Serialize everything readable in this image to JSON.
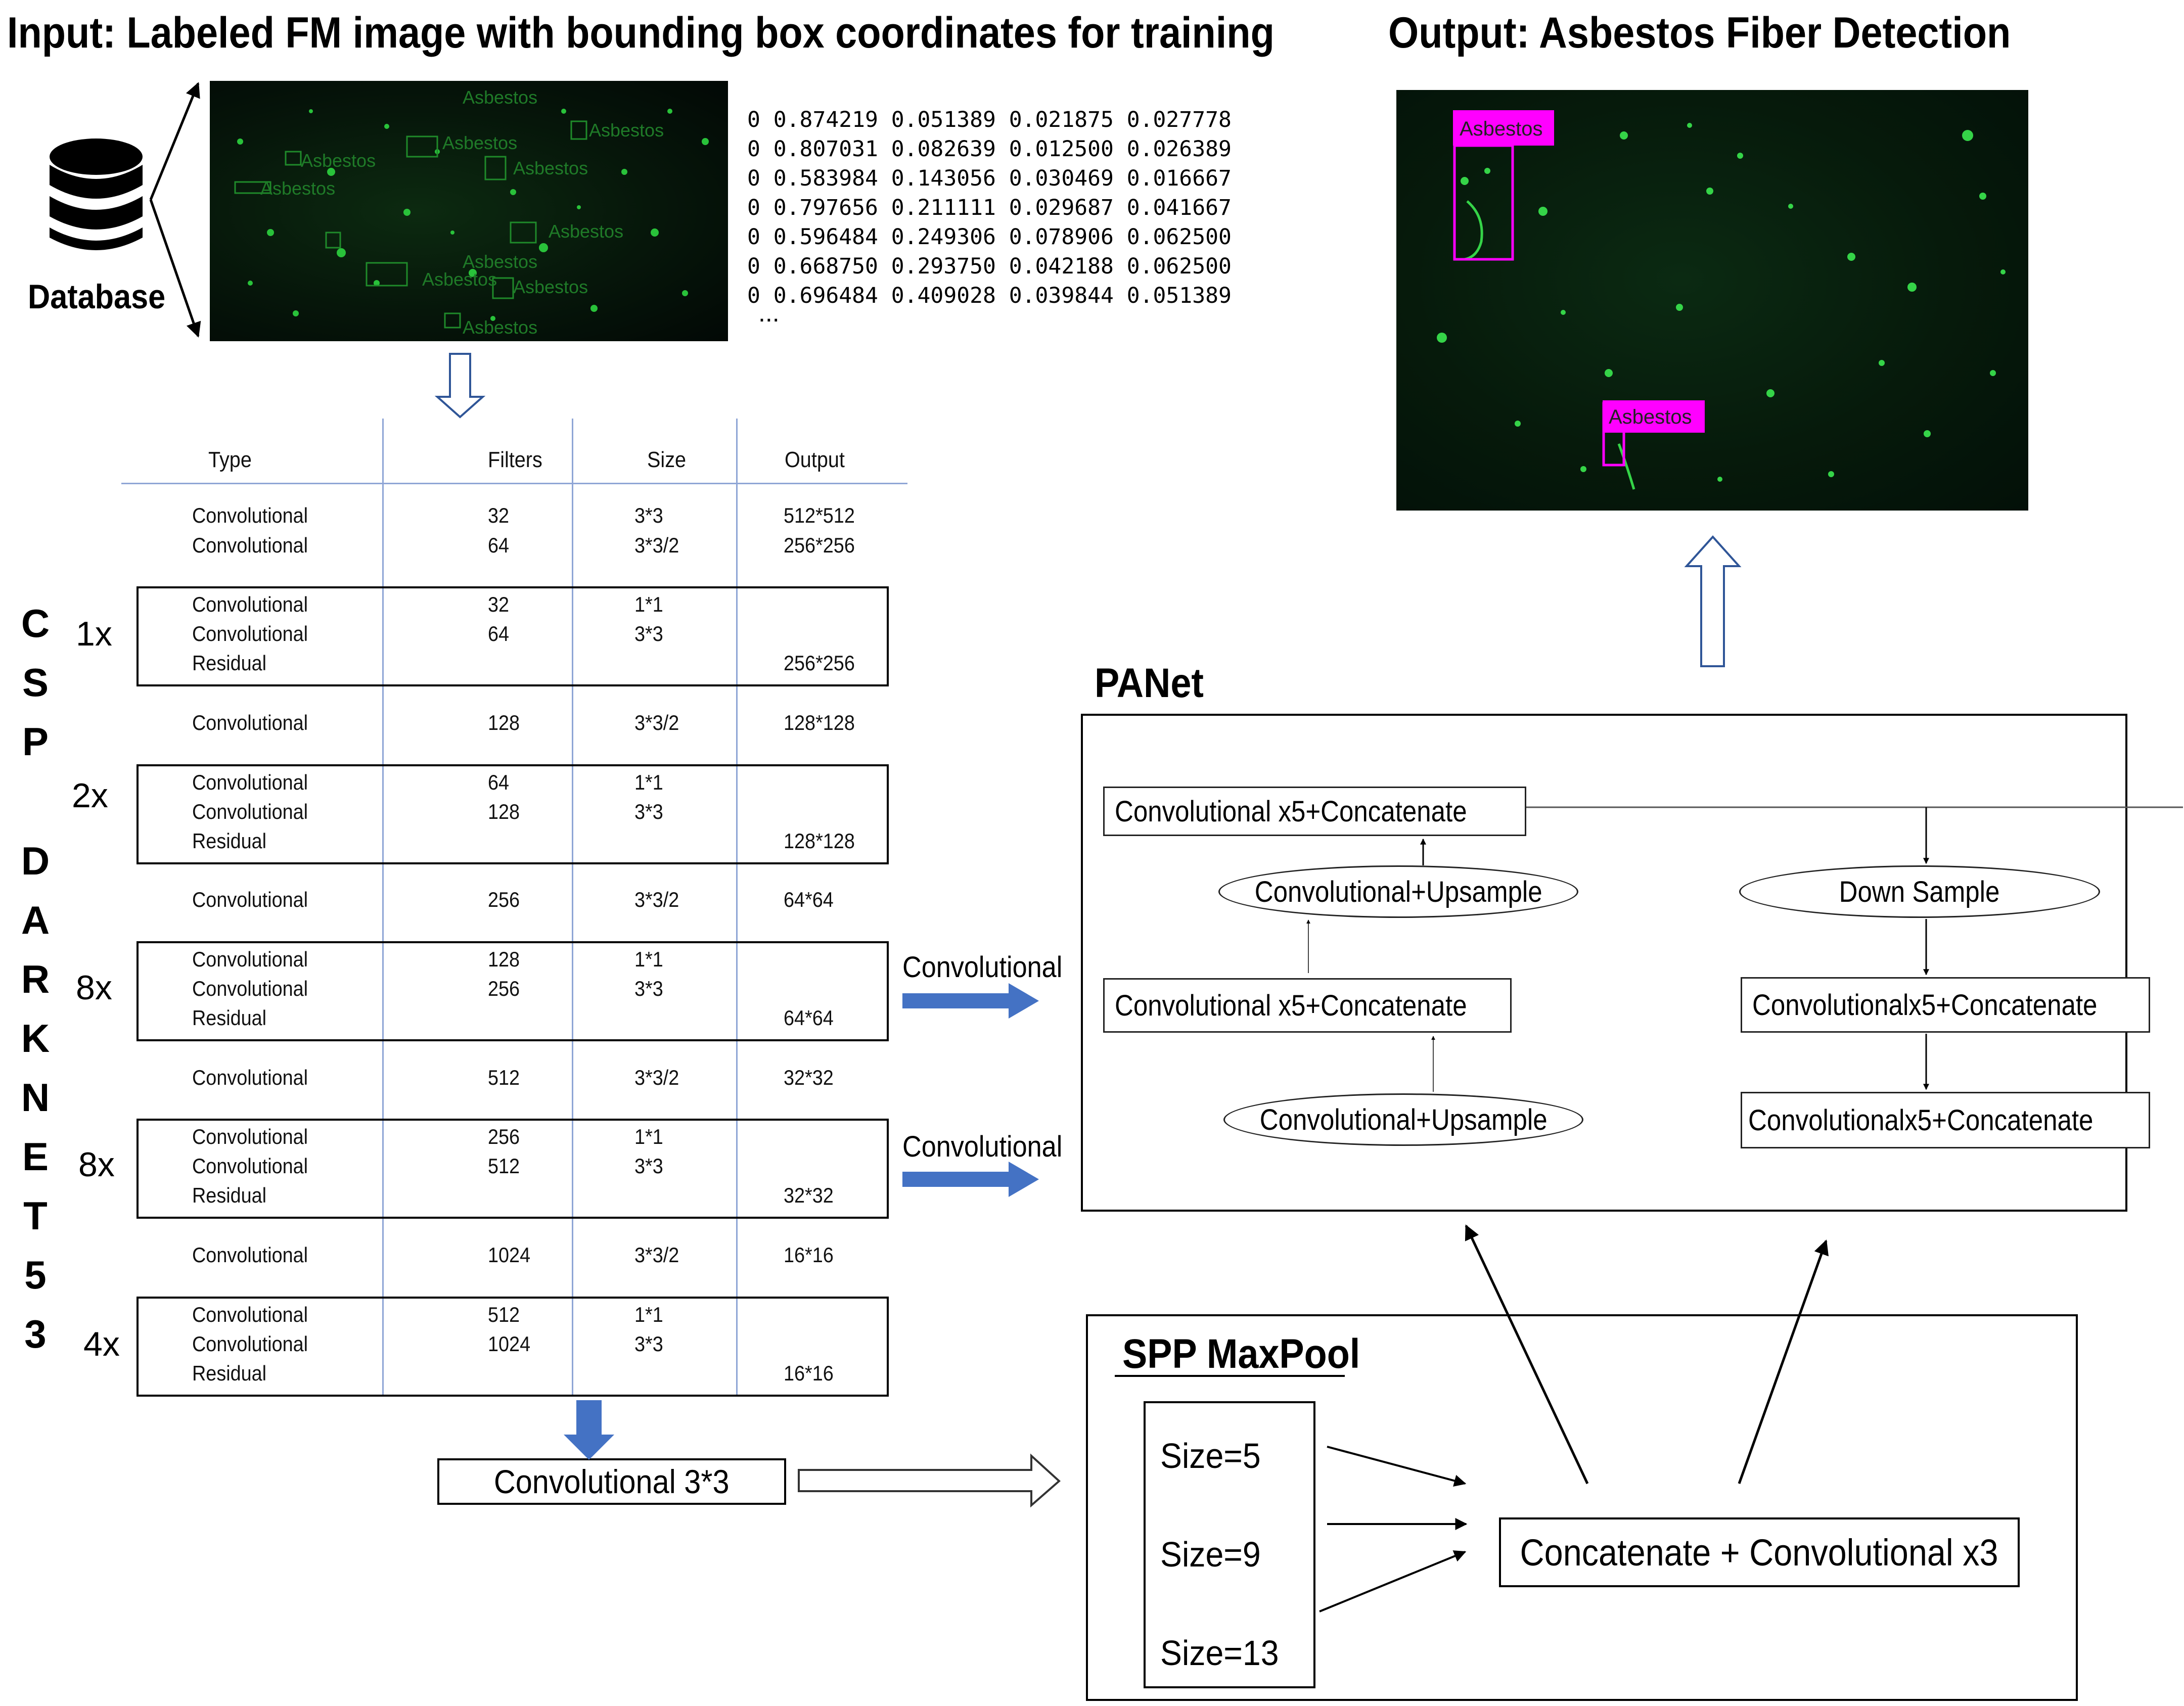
{
  "titles": {
    "input": "Input: Labeled FM image with bounding box coordinates for training",
    "output": "Output: Asbestos Fiber Detection"
  },
  "database": {
    "label": "Database",
    "icon": "database-icon"
  },
  "input_image": {
    "label_text": "Asbestos"
  },
  "annotations": {
    "rows": [
      "0 0.874219 0.051389 0.021875 0.027778",
      "0 0.807031 0.082639 0.012500 0.026389",
      "0 0.583984 0.143056 0.030469 0.016667",
      "0 0.797656 0.211111 0.029687 0.041667",
      "0 0.596484 0.249306 0.078906 0.062500",
      "0 0.668750 0.293750 0.042188 0.062500",
      "0 0.696484 0.409028 0.039844 0.051389"
    ],
    "ellipsis": "..."
  },
  "output_image": {
    "detections": [
      "Asbestos",
      "Asbestos"
    ],
    "box_color": "#ff00ff"
  },
  "backbone": {
    "vertical_label": [
      "C",
      "S",
      "P",
      "D",
      "A",
      "R",
      "K",
      "N",
      "E",
      "T",
      "5",
      "3"
    ],
    "headers": {
      "type": "Type",
      "filters": "Filters",
      "size": "Size",
      "output": "Output"
    },
    "rows": [
      {
        "type": "Convolutional",
        "filters": "32",
        "size": "3*3",
        "output": "512*512"
      },
      {
        "type": "Convolutional",
        "filters": "64",
        "size": "3*3/2",
        "output": "256*256"
      },
      {
        "type": "Convolutional",
        "filters": "32",
        "size": "1*1",
        "output": ""
      },
      {
        "type": "Convolutional",
        "filters": "64",
        "size": "3*3",
        "output": ""
      },
      {
        "type": "Residual",
        "filters": "",
        "size": "",
        "output": "256*256"
      },
      {
        "type": "Convolutional",
        "filters": "128",
        "size": "3*3/2",
        "output": "128*128"
      },
      {
        "type": "Convolutional",
        "filters": "64",
        "size": "1*1",
        "output": ""
      },
      {
        "type": "Convolutional",
        "filters": "128",
        "size": "3*3",
        "output": ""
      },
      {
        "type": "Residual",
        "filters": "",
        "size": "",
        "output": "128*128"
      },
      {
        "type": "Convolutional",
        "filters": "256",
        "size": "3*3/2",
        "output": "64*64"
      },
      {
        "type": "Convolutional",
        "filters": "128",
        "size": "1*1",
        "output": ""
      },
      {
        "type": "Convolutional",
        "filters": "256",
        "size": "3*3",
        "output": ""
      },
      {
        "type": "Residual",
        "filters": "",
        "size": "",
        "output": "64*64"
      },
      {
        "type": "Convolutional",
        "filters": "512",
        "size": "3*3/2",
        "output": "32*32"
      },
      {
        "type": "Convolutional",
        "filters": "256",
        "size": "1*1",
        "output": ""
      },
      {
        "type": "Convolutional",
        "filters": "512",
        "size": "3*3",
        "output": ""
      },
      {
        "type": "Residual",
        "filters": "",
        "size": "",
        "output": "32*32"
      },
      {
        "type": "Convolutional",
        "filters": "1024",
        "size": "3*3/2",
        "output": "16*16"
      },
      {
        "type": "Convolutional",
        "filters": "512",
        "size": "1*1",
        "output": ""
      },
      {
        "type": "Convolutional",
        "filters": "1024",
        "size": "3*3",
        "output": ""
      },
      {
        "type": "Residual",
        "filters": "",
        "size": "",
        "output": "16*16"
      }
    ],
    "multipliers": [
      "1x",
      "2x",
      "8x",
      "8x",
      "4x"
    ],
    "side_arrows": [
      "Convolutional",
      "Convolutional"
    ],
    "final_conv": "Convolutional 3*3"
  },
  "panet": {
    "title": "PANet",
    "nodes": {
      "top_concat": "Convolutional x5+Concatenate",
      "up1": "Convolutional+Upsample",
      "mid_concat": "Convolutional x5+Concatenate",
      "up2": "Convolutional+Upsample",
      "down": "Down Sample",
      "right_concat1": "Convolutionalx5+Concatenate",
      "right_concat2": "Convolutionalx5+Concatenate"
    }
  },
  "spp": {
    "title": "SPP MaxPool",
    "sizes": [
      "Size=5",
      "Size=9",
      "Size=13"
    ],
    "concat": "Concatenate + Convolutional x3"
  },
  "colors": {
    "flow_arrow": "#4472c4",
    "outline_arrow": "#2f5597",
    "grid_line": "#8fa6d6",
    "detection": "#ff00ff"
  }
}
